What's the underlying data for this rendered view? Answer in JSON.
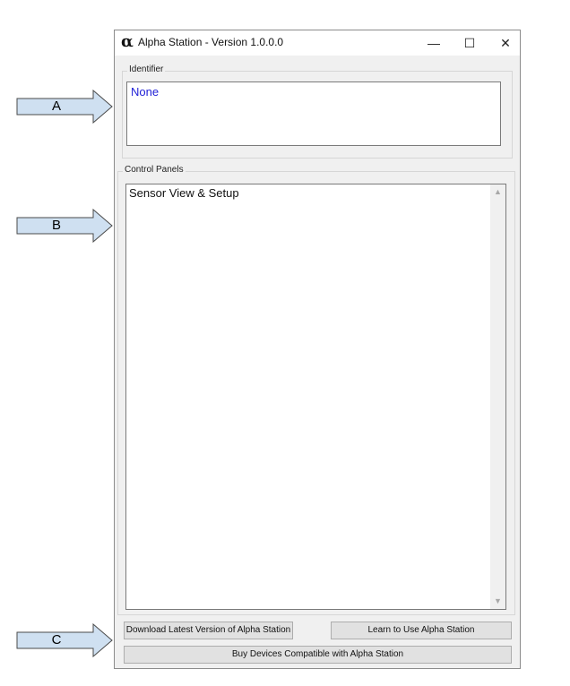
{
  "callouts": [
    {
      "label": "A"
    },
    {
      "label": "B"
    },
    {
      "label": "C"
    }
  ],
  "window": {
    "app_icon_glyph": "α",
    "title": "Alpha Station - Version 1.0.0.0",
    "controls": {
      "minimize_glyph": "—",
      "maximize_glyph": "☐",
      "close_glyph": "✕"
    }
  },
  "identifier": {
    "group_label": "Identifier",
    "value": "None",
    "value_color": "#1f1fd6"
  },
  "control_panels": {
    "group_label": "Control Panels",
    "items": [
      "Sensor View & Setup"
    ],
    "scroll_up_icon": "scroll-up-arrow",
    "scroll_down_icon": "scroll-down-arrow"
  },
  "buttons": {
    "download": "Download Latest Version of Alpha Station",
    "learn": "Learn to Use Alpha Station",
    "buy": "Buy Devices Compatible with Alpha Station"
  },
  "colors": {
    "callout_fill": "#cfe0f1",
    "callout_stroke": "#4a4a4a",
    "window_bg": "#f0f0f0"
  }
}
